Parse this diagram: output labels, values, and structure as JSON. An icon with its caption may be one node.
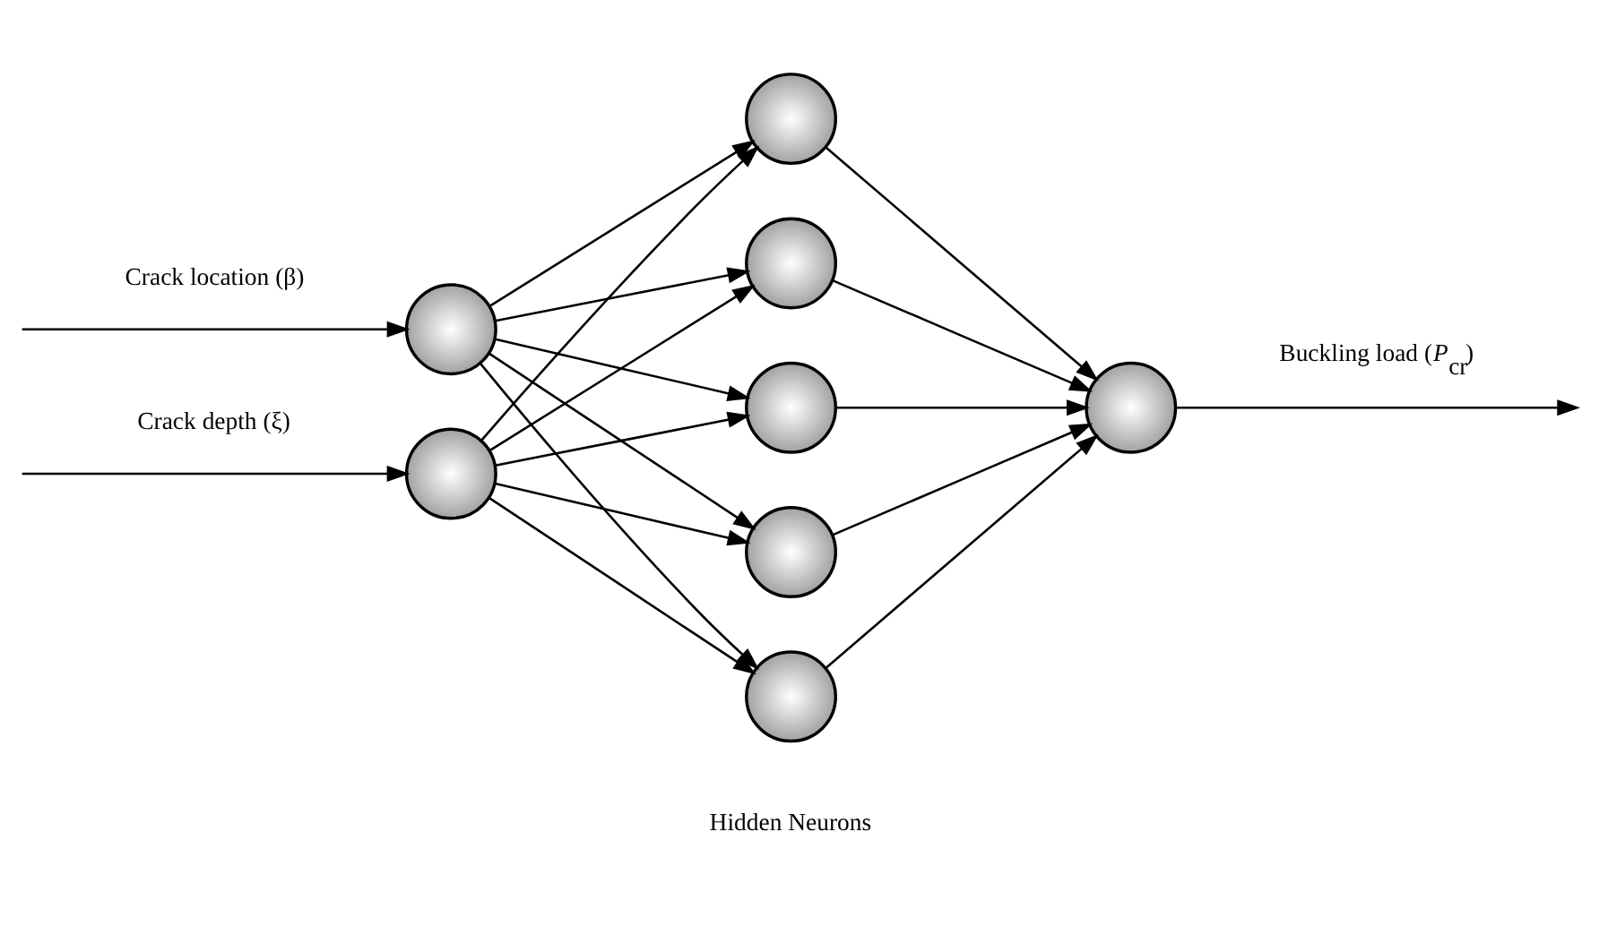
{
  "diagram": {
    "nodes": [
      {
        "text": [],
        "shape": "circle"
      },
      {
        "text": [],
        "shape": "circle"
      },
      {
        "text": [],
        "shape": "circle"
      },
      {
        "text": [],
        "shape": "circle"
      },
      {
        "text": [],
        "shape": "circle"
      },
      {
        "text": [],
        "shape": "circle"
      },
      {
        "text": [],
        "shape": "circle"
      },
      {
        "text": [],
        "shape": "circle"
      }
    ],
    "edges": [
      {
        "from": null,
        "to": 0,
        "arrow": "to",
        "label": "Crack location (β)"
      },
      {
        "from": null,
        "to": 1,
        "arrow": "to",
        "label": "Crack depth (ξ)"
      },
      {
        "from": 0,
        "to": 2,
        "arrow": "to"
      },
      {
        "from": 0,
        "to": 3,
        "arrow": "to"
      },
      {
        "from": 0,
        "to": 4,
        "arrow": "to"
      },
      {
        "from": 0,
        "to": 5,
        "arrow": "to"
      },
      {
        "from": 0,
        "to": 6,
        "arrow": "to"
      },
      {
        "from": 1,
        "to": 2,
        "arrow": "to"
      },
      {
        "from": 1,
        "to": 3,
        "arrow": "to"
      },
      {
        "from": 1,
        "to": 4,
        "arrow": "to"
      },
      {
        "from": 1,
        "to": 5,
        "arrow": "to"
      },
      {
        "from": 1,
        "to": 6,
        "arrow": "to"
      },
      {
        "from": 2,
        "to": 7,
        "arrow": "to"
      },
      {
        "from": 3,
        "to": 7,
        "arrow": "to"
      },
      {
        "from": 4,
        "to": 7,
        "arrow": "to"
      },
      {
        "from": 5,
        "to": 7,
        "arrow": "to"
      },
      {
        "from": 6,
        "to": 7,
        "arrow": "to"
      },
      {
        "from": 7,
        "to": null,
        "arrow": "to",
        "label": "Buckling load (*P*$_{cr}$)"
      }
    ],
    "labels": [
      "Hidden Neurons"
    ]
  }
}
